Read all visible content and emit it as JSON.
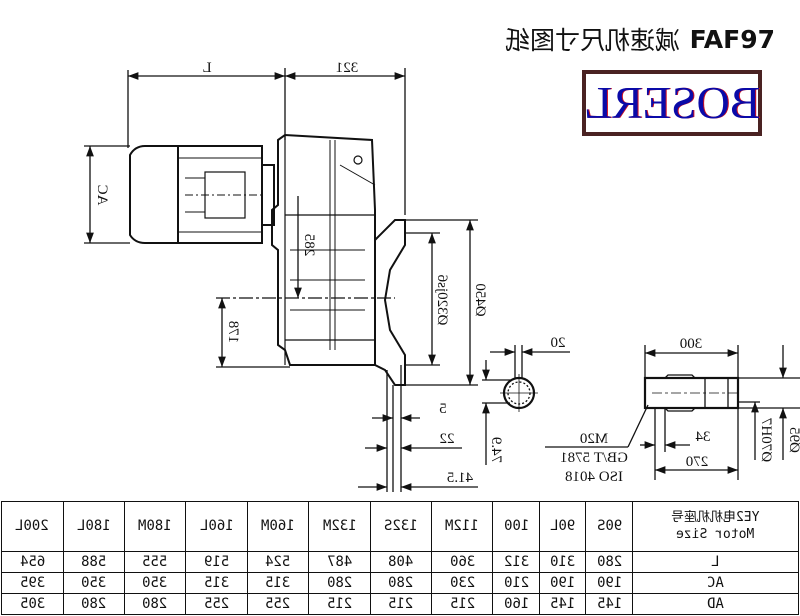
{
  "title": {
    "model": "FAF97",
    "text": "减速机尺寸图纸"
  },
  "logo": "BOSERL",
  "dimensions": {
    "L": "L",
    "d321": "321",
    "AC": "AC",
    "d285": "285",
    "d178": "178",
    "flange_inner": "Ø320js6",
    "flange_outer": "Ø450",
    "d5": "5",
    "d22": "22",
    "d41_5": "41.5",
    "d20": "20",
    "d74_9": "74.9",
    "d300": "300",
    "d34": "34",
    "d270": "270",
    "bore": "Ø70H7",
    "shaft_od": "Ø95",
    "bolt": [
      "M20",
      "GB/T 5781",
      "ISO 4018"
    ]
  },
  "table": {
    "header_cn": "YE2电机机座号",
    "header_en": "Motor Size",
    "sizes": [
      "90S",
      "90L",
      "100",
      "112M",
      "132S",
      "132M",
      "160M",
      "160L",
      "180M",
      "180L",
      "200L"
    ],
    "rows": [
      {
        "label": "L",
        "values": [
          "280",
          "310",
          "312",
          "360",
          "408",
          "487",
          "524",
          "519",
          "555",
          "588",
          "654"
        ]
      },
      {
        "label": "AC",
        "values": [
          "190",
          "190",
          "210",
          "230",
          "280",
          "280",
          "315",
          "315",
          "350",
          "350",
          "395"
        ]
      },
      {
        "label": "AD",
        "values": [
          "145",
          "145",
          "160",
          "215",
          "215",
          "215",
          "255",
          "255",
          "280",
          "280",
          "305"
        ]
      }
    ]
  }
}
